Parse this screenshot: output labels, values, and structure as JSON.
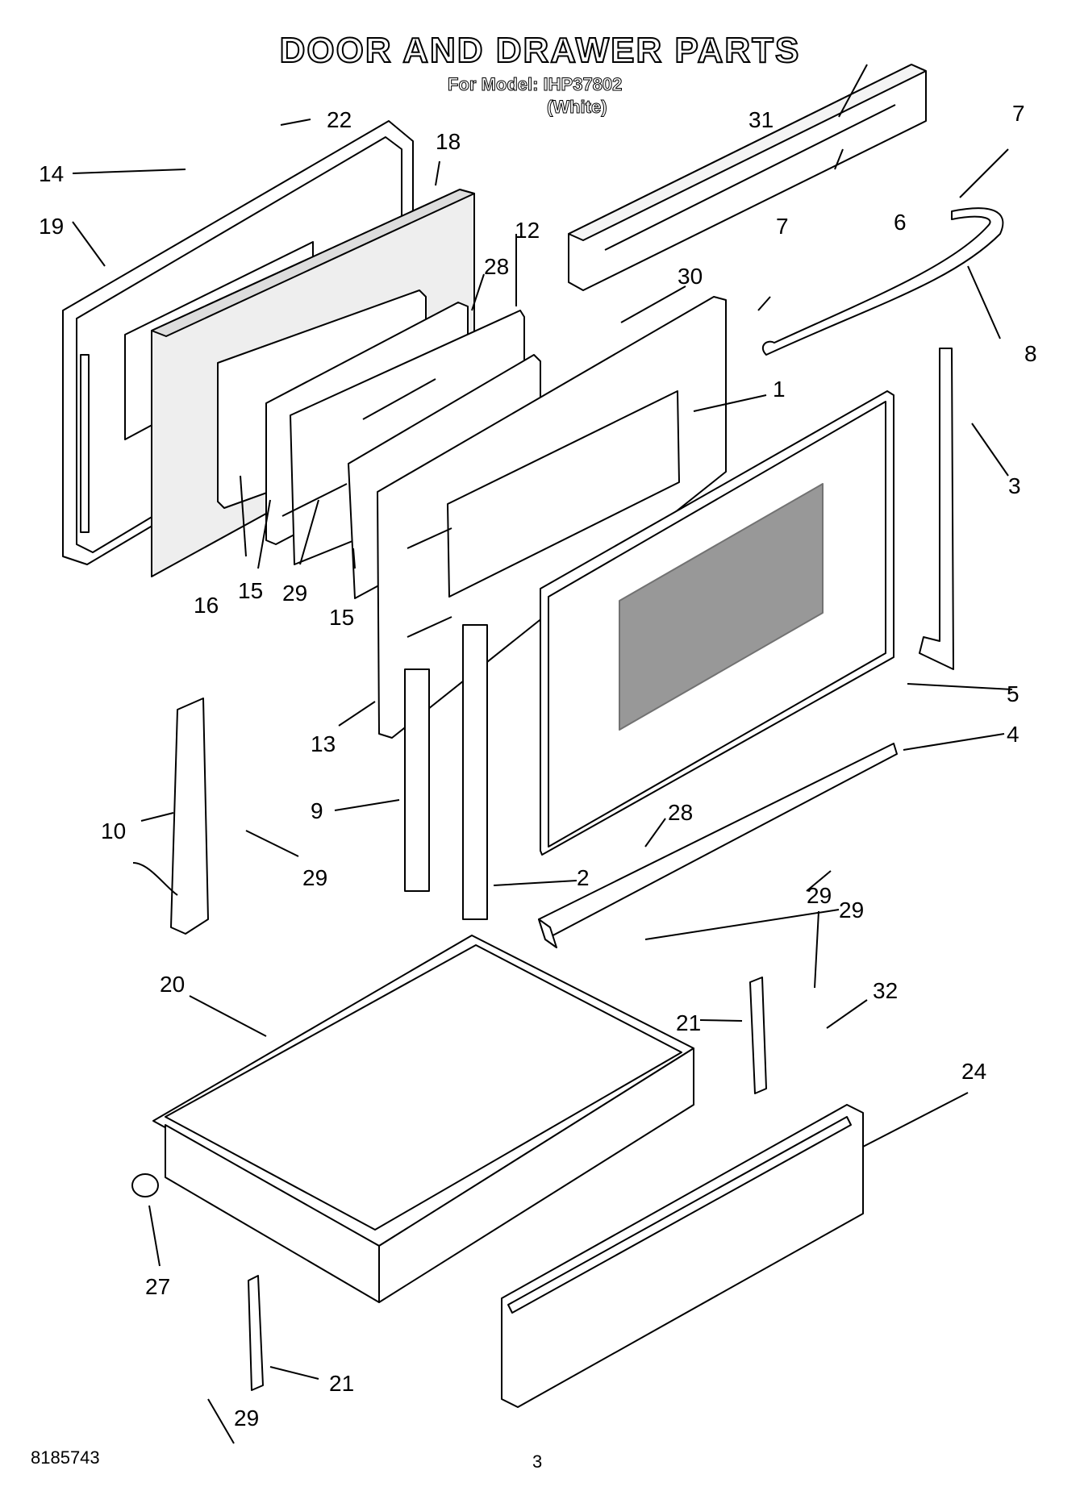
{
  "header": {
    "title": "DOOR AND DRAWER PARTS",
    "model_line": "For Model: IHP37802",
    "color_line": "(White)"
  },
  "footer": {
    "doc_number": "8185743",
    "page_number": "3"
  },
  "callouts": [
    "1",
    "2",
    "3",
    "4",
    "5",
    "6",
    "7",
    "7",
    "8",
    "9",
    "10",
    "12",
    "13",
    "14",
    "15",
    "15",
    "16",
    "18",
    "19",
    "20",
    "21",
    "21",
    "22",
    "24",
    "27",
    "28",
    "28",
    "29",
    "29",
    "29",
    "29",
    "29",
    "30",
    "31",
    "32"
  ]
}
